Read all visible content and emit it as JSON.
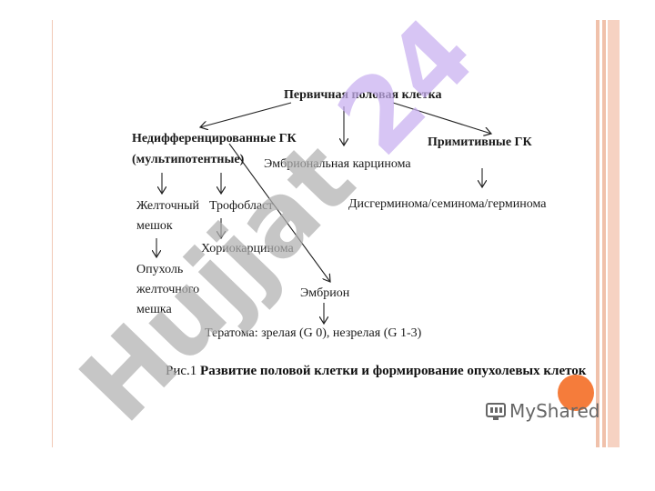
{
  "diagram": {
    "root": "Первичная половая клетка",
    "undiff_line1": "Недифференцированные ГК",
    "undiff_line2": "(мультипотентные)",
    "embryonal_carcinoma": "Эмбриональная карцинома",
    "primitive": "Примитивные ГК",
    "yolk_sac_line1": "Желточный",
    "yolk_sac_line2": "мешок",
    "trophoblast": "Трофобласт",
    "dysgerminoma": "Дисгерминома/семинома/герминома",
    "choriocarcinoma": "Хориокарцинома",
    "yolk_tumor_line1": "Опухоль",
    "yolk_tumor_line2": "желточного",
    "yolk_tumor_line3": "мешка",
    "embryo": "Эмбрион",
    "teratoma": "Тератома: зрелая (G 0), незрелая (G 1-3)"
  },
  "caption": {
    "prefix": "Рис.1 ",
    "text": "Развитие половой клетки и формирование опухолевых клеток"
  },
  "watermark": {
    "text": "Hujjat 24",
    "color": "#b0b0b0",
    "accent_color": "#c8aef0"
  },
  "branding": {
    "text": "MyShared",
    "icon": "myshared-logo-icon"
  },
  "colors": {
    "orange_dot": "#f57c3b",
    "border_band": "#f0c1ab"
  }
}
